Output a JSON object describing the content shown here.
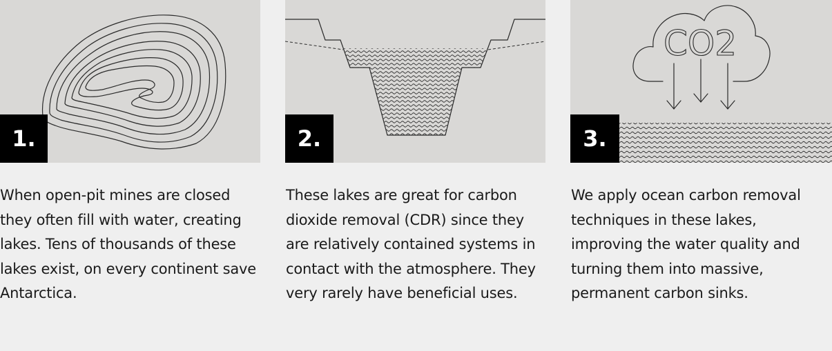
{
  "steps": [
    {
      "number": "1.",
      "text": "When open-pit mines are closed they often fill with water, creating lakes. Tens of thousands of these lakes exist, on every continent save Antarctica."
    },
    {
      "number": "2.",
      "text": "These lakes are great for carbon dioxide removal (CDR) since they are relatively contained systems in contact with the atmosphere. They very rarely have beneficial uses."
    },
    {
      "number": "3.",
      "text": "We apply ocean carbon removal techniques in these lakes, improving the water quality and turning them into massive, permanent carbon sinks.",
      "illustration_label": "CO2"
    }
  ],
  "colors": {
    "panel_background": "#d9d8d6",
    "page_background": "#efefef",
    "badge_background": "#000000",
    "badge_text": "#ffffff",
    "line_art": "#2a2a2a"
  },
  "icons": [
    "topographic-contour-icon",
    "mine-pit-lake-icon",
    "co2-cloud-icon"
  ]
}
